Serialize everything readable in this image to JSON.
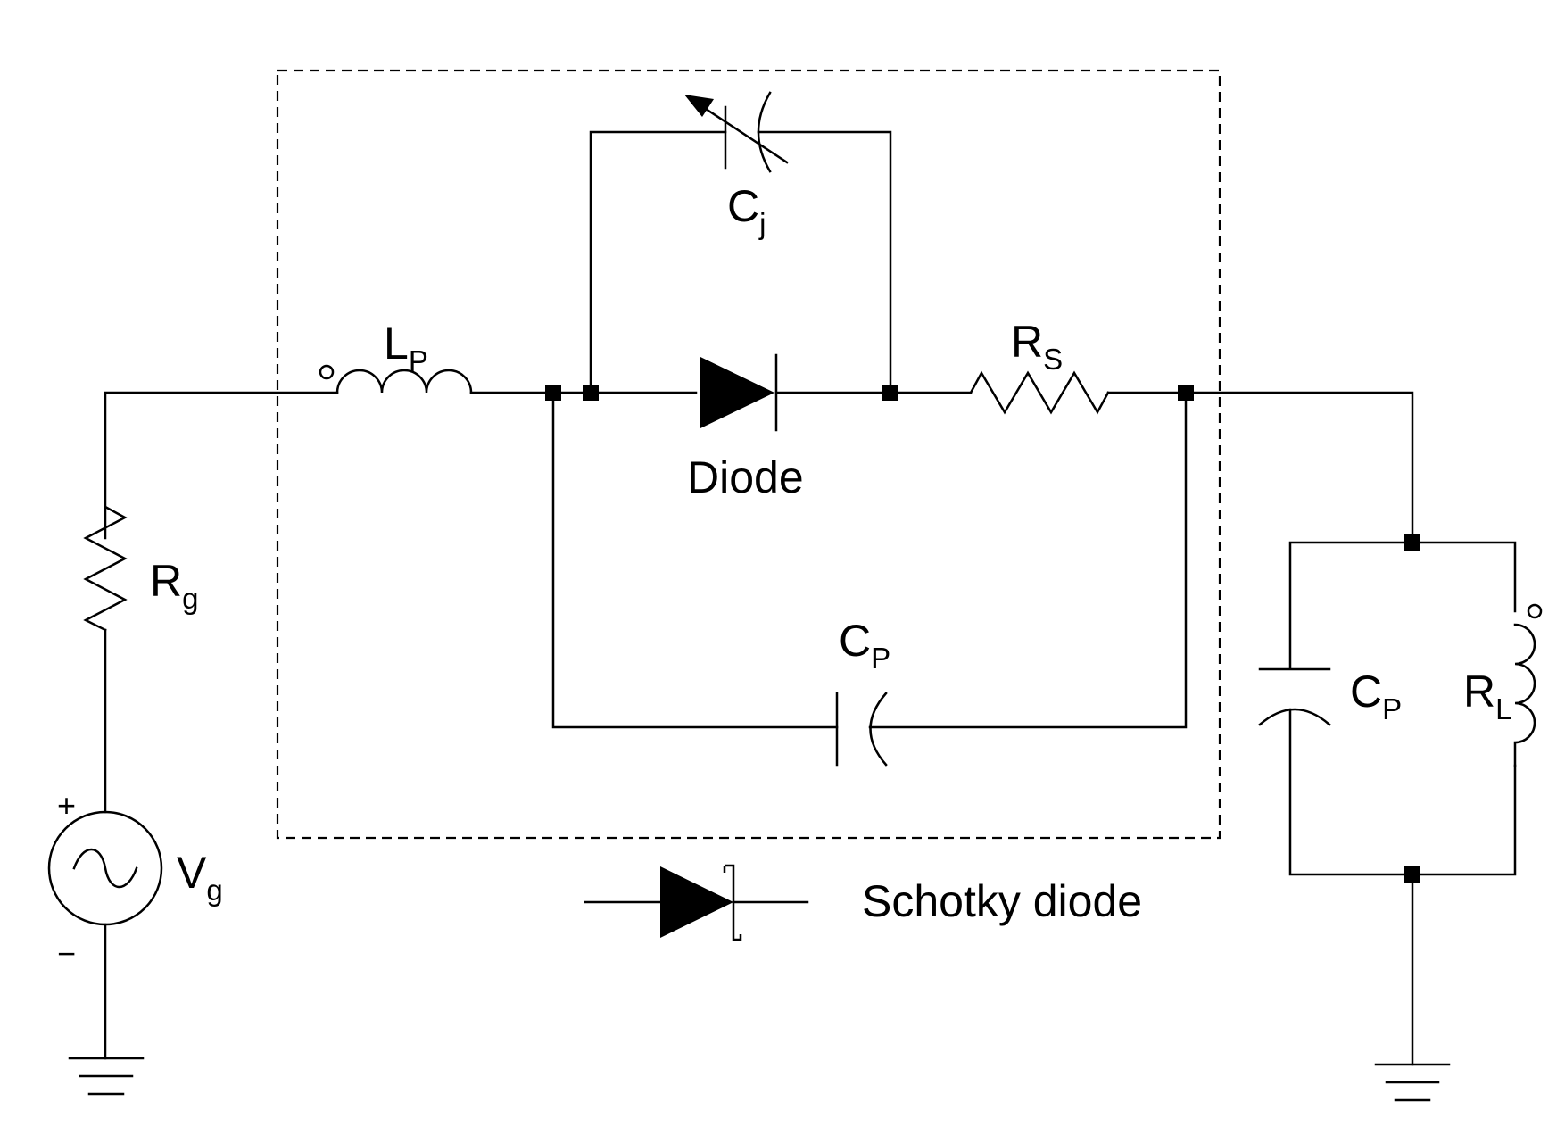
{
  "labels": {
    "cj": {
      "main": "C",
      "sub": "j"
    },
    "lp": {
      "main": "L",
      "sub": "P"
    },
    "rs": {
      "main": "R",
      "sub": "S"
    },
    "diode": "Diode",
    "cp_inner": {
      "main": "C",
      "sub": "P"
    },
    "rg": {
      "main": "R",
      "sub": "g"
    },
    "vg": {
      "main": "V",
      "sub": "g"
    },
    "cp_load": {
      "main": "C",
      "sub": "P"
    },
    "rl": {
      "main": "R",
      "sub": "L"
    },
    "schottky_legend": "Schotky diode",
    "plus": "+",
    "minus": "−"
  }
}
